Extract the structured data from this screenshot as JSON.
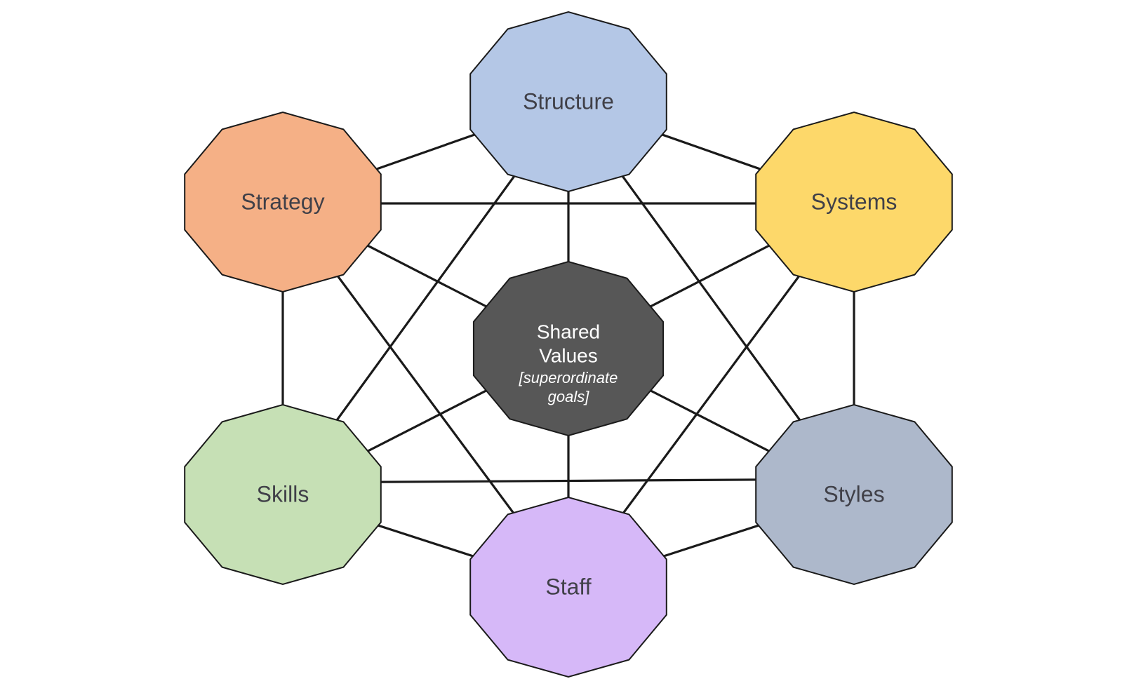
{
  "nodes": {
    "structure": {
      "label": "Structure",
      "color": "#b4c7e6"
    },
    "strategy": {
      "label": "Strategy",
      "color": "#f5b086"
    },
    "systems": {
      "label": "Systems",
      "color": "#fdd86a"
    },
    "skills": {
      "label": "Skills",
      "color": "#c6e0b5"
    },
    "styles": {
      "label": "Styles",
      "color": "#adb8cb"
    },
    "staff": {
      "label": "Staff",
      "color": "#d6b8f8"
    }
  },
  "center": {
    "line1": "Shared",
    "line2": "Values",
    "line3": "[superordinate",
    "line4": "goals]",
    "color": "#575757"
  }
}
